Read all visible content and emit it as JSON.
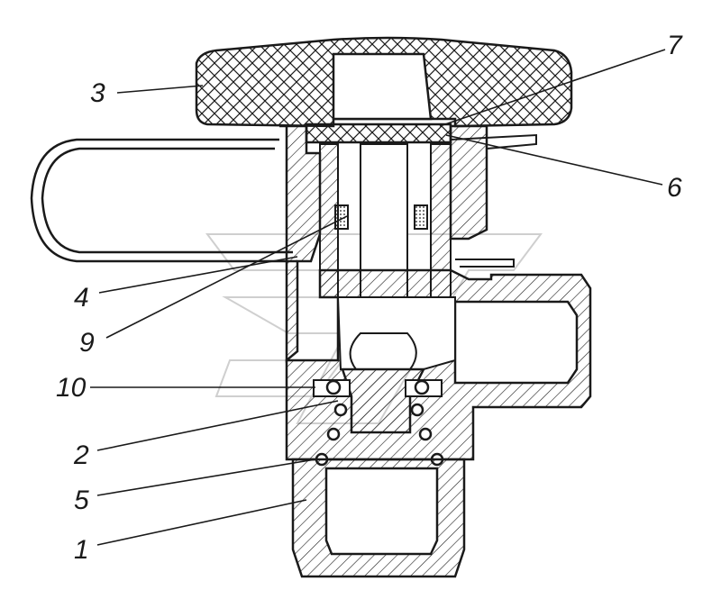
{
  "diagram": {
    "callouts": [
      {
        "id": "7",
        "text": "7"
      },
      {
        "id": "3",
        "text": "3"
      },
      {
        "id": "6",
        "text": "6"
      },
      {
        "id": "4",
        "text": "4"
      },
      {
        "id": "9",
        "text": "9"
      },
      {
        "id": "10",
        "text": "10"
      },
      {
        "id": "2",
        "text": "2"
      },
      {
        "id": "5",
        "text": "5"
      },
      {
        "id": "1",
        "text": "1"
      }
    ]
  },
  "colors": {
    "ink": "#1a1a1a",
    "background": "#ffffff",
    "watermark": "#cfcfcf"
  }
}
